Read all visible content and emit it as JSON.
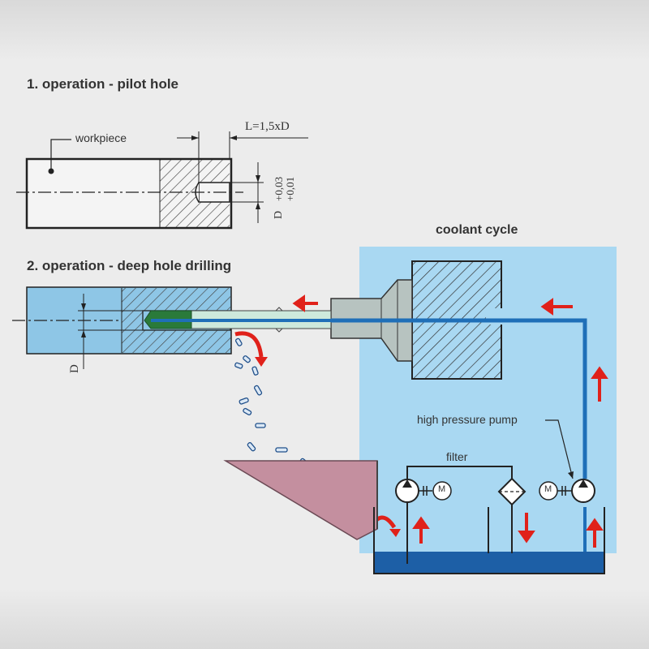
{
  "op1": {
    "title": "1. operation - pilot hole",
    "workpiece_label": "workpiece",
    "length_label": "L=1,5xD",
    "diameter_label": "D",
    "tolerance_upper": "+0,03",
    "tolerance_lower": "+0,01"
  },
  "op2": {
    "title": "2. operation - deep hole drilling",
    "diameter_label": "D"
  },
  "coolant": {
    "title": "coolant cycle",
    "pump_label": "high pressure pump",
    "filter_label": "filter",
    "motor_symbol": "M"
  },
  "colors": {
    "coolant_area": "#a9d8f2",
    "pipe": "#1f6fb8",
    "tank": "#1d5fa6",
    "arrow": "#e0211a",
    "chute": "#c48f9f",
    "hatch": "#444444",
    "tool": "#cde9dc",
    "tool_tip": "#2a7a3a"
  }
}
